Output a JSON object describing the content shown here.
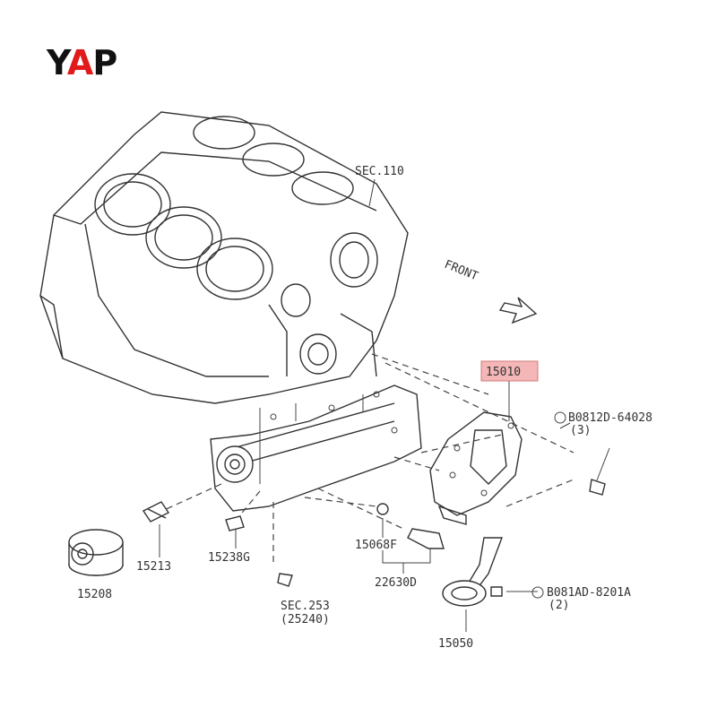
{
  "brand": {
    "logo_letters": [
      "Y",
      "A",
      "P"
    ],
    "accent_color": "#e11b1b"
  },
  "diagram": {
    "direction_label": "FRONT",
    "highlight_color": "#f4b6b6",
    "labels": {
      "sec110": "SEC.110",
      "p15010": "15010",
      "bolt_top": "B0812D-64028",
      "bolt_top_qty": "(3)",
      "p15208": "15208",
      "p15213": "15213",
      "p15238g": "15238G",
      "sec253": "SEC.253",
      "sec253_ref": "(25240)",
      "p15068f": "15068F",
      "p22630d": "22630D",
      "bolt_bottom": "B081AD-8201A",
      "bolt_bottom_qty": "(2)",
      "p15050": "15050"
    }
  }
}
